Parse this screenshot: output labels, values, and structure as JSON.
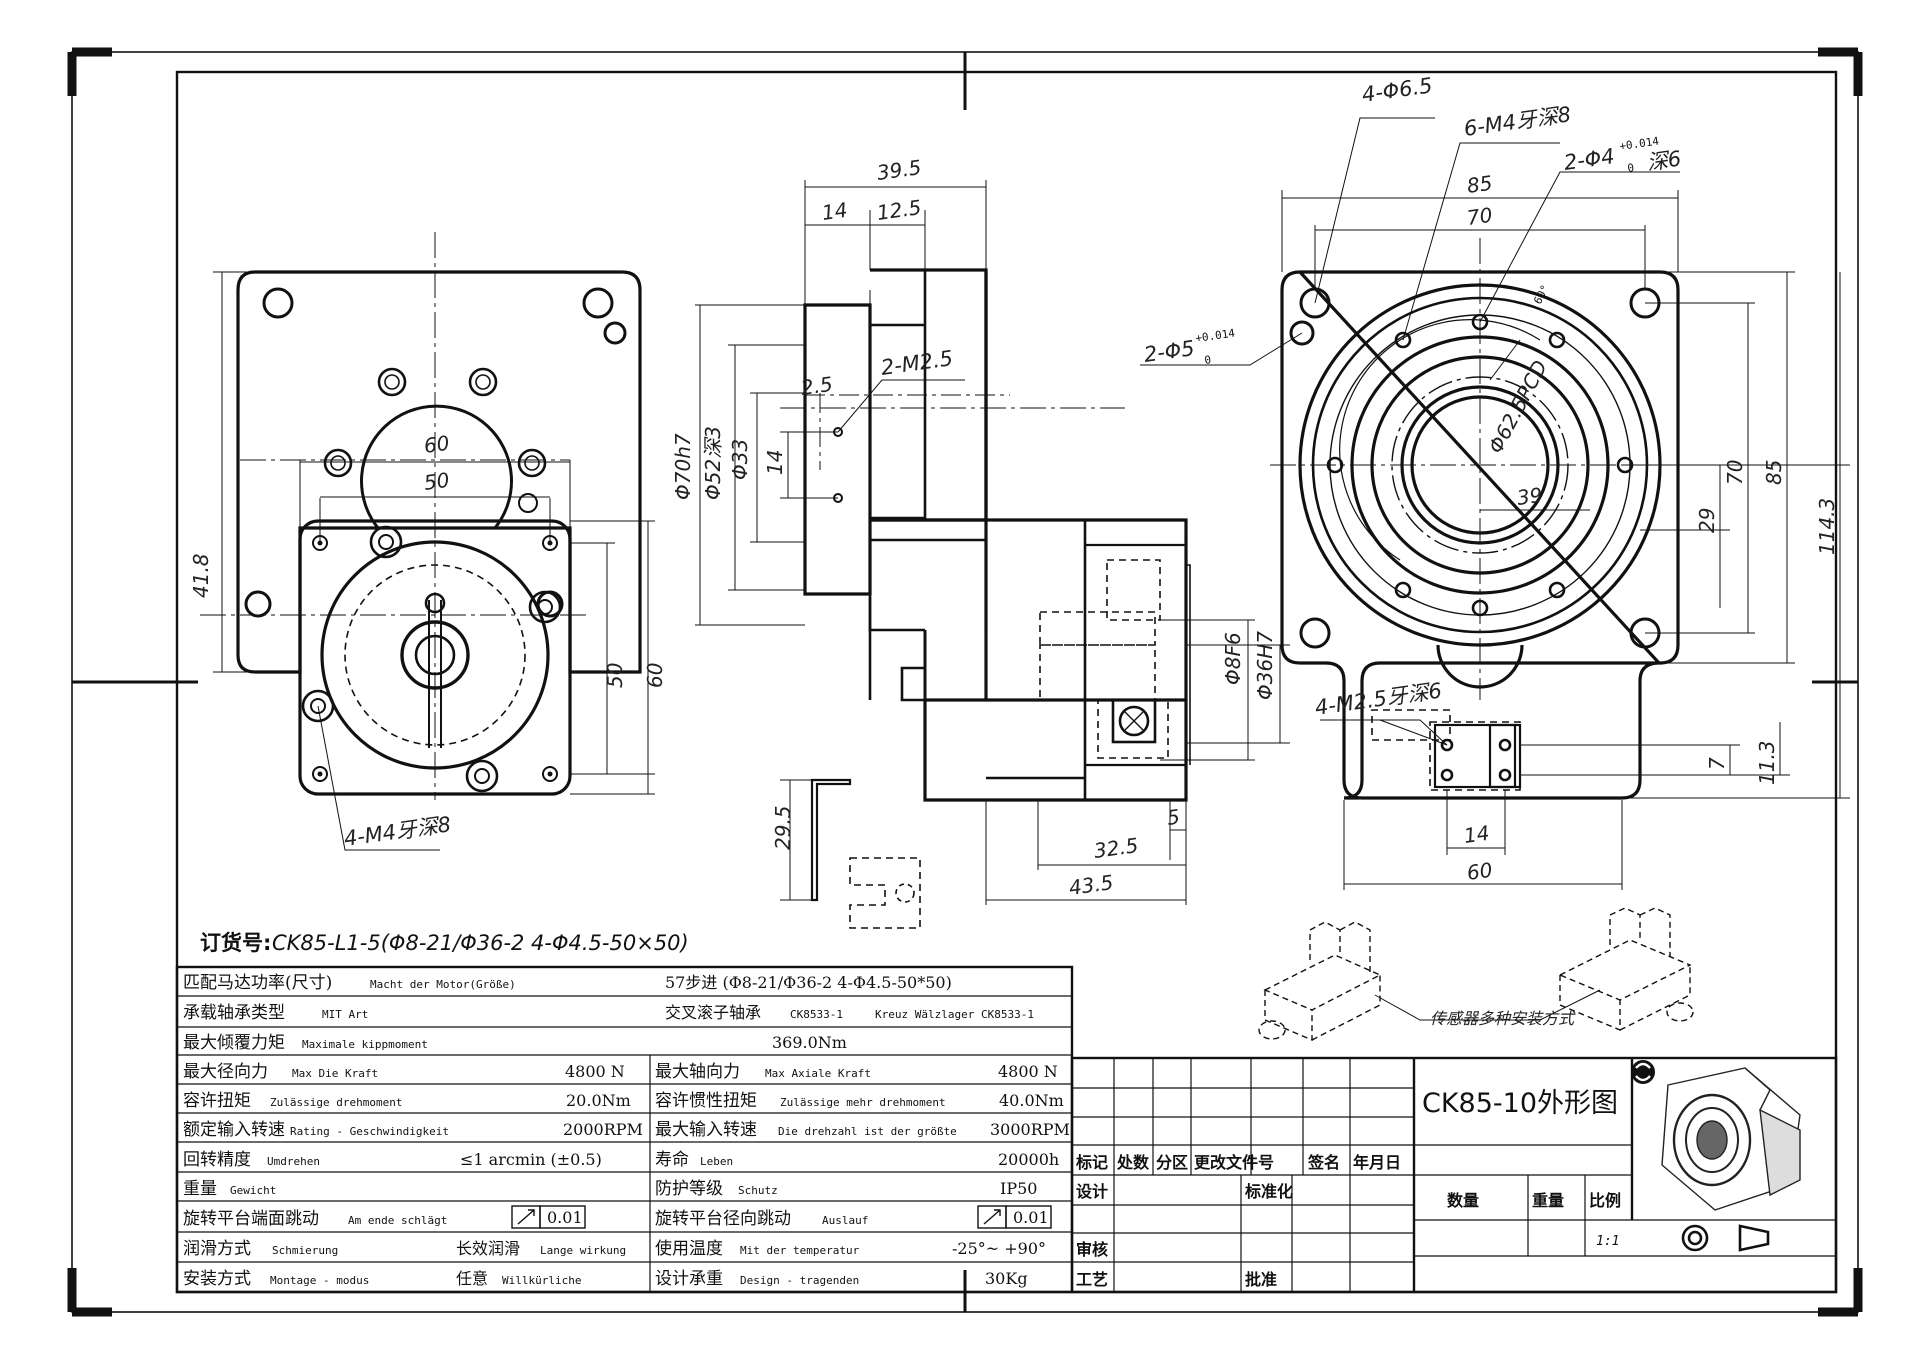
{
  "drawing": {
    "dims": {
      "d39_5": "39.5",
      "d14_top": "14",
      "d12_5": "12.5",
      "d85_top": "85",
      "d70_top": "70",
      "d60_front": "60",
      "d50_front": "50",
      "d41_8": "41.8",
      "d50_vert": "50",
      "d60_vert": "60",
      "d2_5": "2.5",
      "d14_side": "14",
      "dphi70": "Φ70h7",
      "dphi52": "Φ52深3",
      "dphi33": "Φ33",
      "dphi8": "Φ8F6",
      "dphi36": "Φ36H7",
      "d29_5": "29.5",
      "d5": "5",
      "d32_5": "32.5",
      "d43_5": "43.5",
      "d70_right": "70",
      "d85_right": "85",
      "d114_3": "114.3",
      "d29": "29",
      "d39": "39",
      "d62_5": "Φ62.5PCD",
      "d7": "7",
      "d11_3": "11.3",
      "d14_bottom": "14",
      "d60_bottom": "60"
    },
    "notes": {
      "n4_phi6_5": "4-Φ6.5",
      "n6_m4": "6-M4牙深8",
      "n2_phi4": "2-Φ4",
      "n2_phi4_tol": "+0.014",
      "n2_phi4_tol0": "0",
      "n2_phi4_depth": "深6",
      "n2_phi5": "2-Φ5",
      "n2_phi5_tol": "+0.014",
      "n2_phi5_tol0": "0",
      "n2_m2_5": "2-M2.5",
      "n4_m4": "4-M4牙深8",
      "n4_m2_5": "4-M2.5牙深6",
      "n_angle": "60°",
      "sensor": "传感器多种安装方式"
    }
  },
  "order": {
    "label": "订货号:",
    "code": "CK85-L1-5(Φ8-21/Φ36-2 4-Φ4.5-50×50)"
  },
  "specs": {
    "motor": {
      "cn": "匹配马达功率(尺寸)",
      "de": "Macht der Motor(Größe)",
      "value": "57步进 (Φ8-21/Φ36-2 4-Φ4.5-50*50)"
    },
    "bearing": {
      "cn": "承载轴承类型",
      "de": "MIT Art",
      "value_cn": "交叉滚子轴承",
      "value_code": "CK8533-1",
      "value_de": "Kreuz Wälzlager CK8533-1"
    },
    "tilt": {
      "cn": "最大倾覆力矩",
      "de": "Maximale kippmoment",
      "value": "369.0Nm"
    },
    "rows": [
      {
        "l_cn": "最大径向力",
        "l_de": "Max Die Kraft",
        "l_val": "4800 N",
        "r_cn": "最大轴向力",
        "r_de": "Max Axiale Kraft",
        "r_val": "4800 N"
      },
      {
        "l_cn": "容许扭矩",
        "l_de": "Zulässige drehmoment",
        "l_val": "20.0Nm",
        "r_cn": "容许惯性扭矩",
        "r_de": "Zulässige mehr drehmoment",
        "r_val": "40.0Nm"
      },
      {
        "l_cn": "额定输入转速",
        "l_de": "Rating - Geschwindigkeit",
        "l_val": "2000RPM",
        "r_cn": "最大输入转速",
        "r_de": "Die drehzahl ist der größte",
        "r_val": "3000RPM"
      },
      {
        "l_cn": "回转精度",
        "l_de": "Umdrehen",
        "l_val": "≤1 arcmin (±0.5)",
        "r_cn": "寿命",
        "r_de": "Leben",
        "r_val": "20000h"
      },
      {
        "l_cn": "重量",
        "l_de": "Gewicht",
        "l_val": "",
        "r_cn": "防护等级",
        "r_de": "Schutz",
        "r_val": "IP50"
      },
      {
        "l_cn": "旋转平台端面跳动",
        "l_de": "Am ende schlägt",
        "l_val": "0.01",
        "r_cn": "旋转平台径向跳动",
        "r_de": "Auslauf",
        "r_val": "0.01"
      },
      {
        "l_cn": "润滑方式",
        "l_de": "Schmierung",
        "l_val_cn": "长效润滑",
        "l_val_de": "Lange wirkung",
        "r_cn": "使用温度",
        "r_de": "Mit der temperatur",
        "r_val": "-25°~ +90°"
      },
      {
        "l_cn": "安装方式",
        "l_de": "Montage - modus",
        "l_val_cn": "任意",
        "l_val_de": "Willkürliche",
        "r_cn": "设计承重",
        "r_de": "Design - tragenden",
        "r_val": "30Kg"
      }
    ]
  },
  "titleblock": {
    "headers": [
      "标记",
      "处数",
      "分区",
      "更改文件号",
      "签名",
      "年月日"
    ],
    "design": "设计",
    "standard": "标准化",
    "review": "审核",
    "process": "工艺",
    "approve": "批准",
    "title": "CK85-10外形图",
    "qty": "数量",
    "weight": "重量",
    "scale": "比例",
    "scale_val": "1:1"
  }
}
